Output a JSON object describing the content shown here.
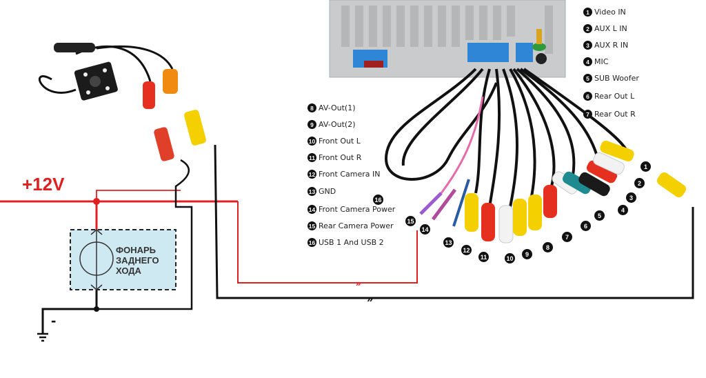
{
  "title_voltage": "+12V",
  "ground_label": "-",
  "lamp_label": [
    "ФОНАРЬ",
    "ЗАДНЕГО",
    "ХОДА"
  ],
  "legend_right": [
    {
      "num": "1",
      "label": "Video IN"
    },
    {
      "num": "2",
      "label": "AUX L IN"
    },
    {
      "num": "3",
      "label": "AUX R IN"
    },
    {
      "num": "4",
      "label": "MIC"
    },
    {
      "num": "5",
      "label": "SUB Woofer"
    },
    {
      "num": "6",
      "label": "Rear Out L"
    },
    {
      "num": "7",
      "label": "Rear Out R"
    }
  ],
  "legend_left": [
    {
      "num": "8",
      "label": "AV-Out(1)"
    },
    {
      "num": "9",
      "label": "AV-Out(2)"
    },
    {
      "num": "10",
      "label": "Front Out L"
    },
    {
      "num": "11",
      "label": "Front Out R"
    },
    {
      "num": "12",
      "label": "Front Camera IN"
    },
    {
      "num": "13",
      "label": "GND"
    },
    {
      "num": "14",
      "label": "Front Camera Power"
    },
    {
      "num": "15",
      "label": "Rear Camera Power"
    },
    {
      "num": "16",
      "label": "USB 1 And USB 2"
    }
  ],
  "markers": [
    "1",
    "2",
    "3",
    "4",
    "5",
    "6",
    "7",
    "8",
    "9",
    "10",
    "11",
    "12",
    "13",
    "14",
    "15",
    "16"
  ],
  "colors": {
    "power_wire": "#e02020",
    "ground_wire": "#111111",
    "lamp_box": "#cfe9f2",
    "rca_yellow": "#f5d000",
    "rca_red": "#e53020",
    "rca_white": "#f2f2f2",
    "rca_teal": "#1f8a8f",
    "rca_black": "#1a1a1a",
    "head_unit": "#c9cbcd",
    "connector_blue": "#2f86d6"
  }
}
